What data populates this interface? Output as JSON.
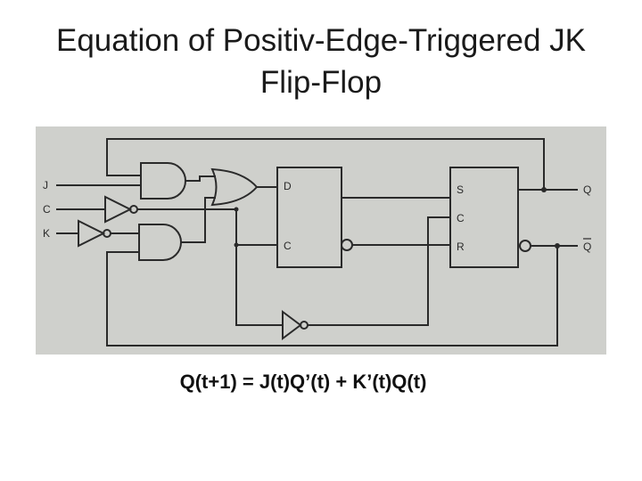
{
  "slide": {
    "title_line1": "Equation of Positiv-Edge-Triggered JK",
    "title_line2": "Flip-Flop",
    "equation": "Q(t+1) = J(t)Q’(t) + K’(t)Q(t)"
  },
  "circuit": {
    "inputs": {
      "j": "J",
      "c": "C",
      "k": "K"
    },
    "dff": {
      "d": "D",
      "c": "C"
    },
    "srff": {
      "s": "S",
      "c": "C",
      "r": "R"
    },
    "outputs": {
      "q": "Q",
      "qbar": "Q"
    }
  },
  "colors": {
    "photo_background": "#cfd0cc",
    "ink": "#2a2a2a",
    "title_text": "#1a1a1a"
  }
}
